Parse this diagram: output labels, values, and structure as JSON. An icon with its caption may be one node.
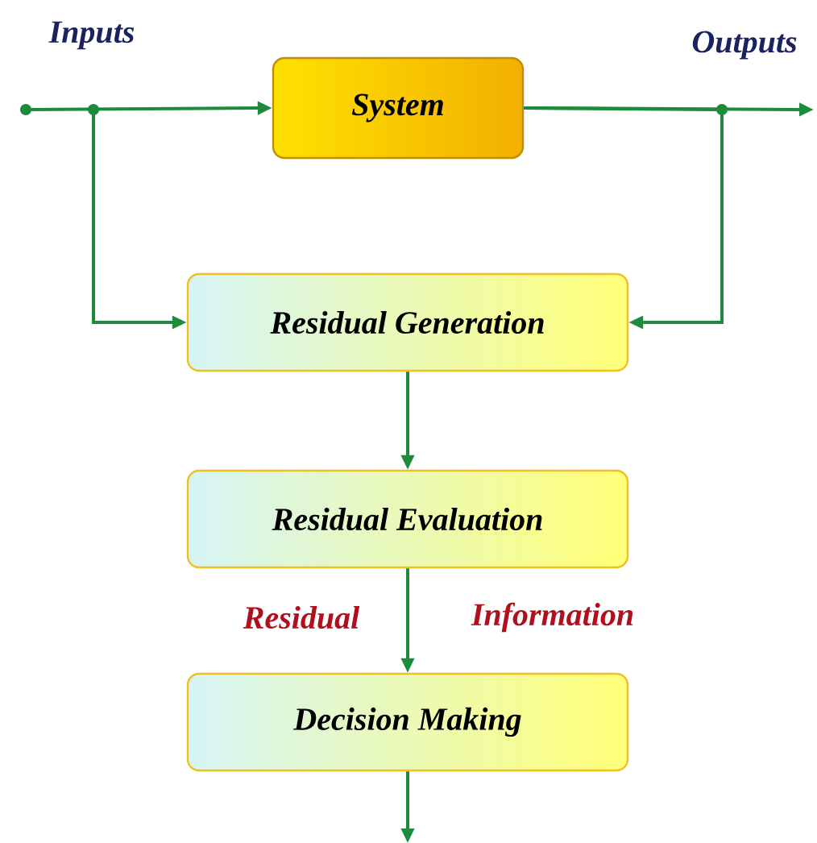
{
  "diagram": {
    "nodes": [
      {
        "text": [
          "System"
        ]
      },
      {
        "text": [
          "Residual Generation"
        ]
      },
      {
        "text": [
          "Residual Evaluation"
        ]
      },
      {
        "text": [
          "Decision Making"
        ]
      }
    ],
    "edges": [
      {
        "from": null,
        "to": 0,
        "arrow": "to"
      },
      {
        "from": 0,
        "to": null,
        "arrow": "to"
      },
      {
        "from": null,
        "to": 1,
        "arrow": "to"
      },
      {
        "from": 0,
        "to": 1,
        "arrow": "to"
      },
      {
        "from": 1,
        "to": 2,
        "arrow": "to"
      },
      {
        "from": 2,
        "to": 3,
        "arrow": "to"
      },
      {
        "from": 3,
        "to": null,
        "arrow": "to"
      }
    ],
    "labels": [
      "Inputs",
      "Outputs",
      "Residual",
      "Information"
    ]
  }
}
